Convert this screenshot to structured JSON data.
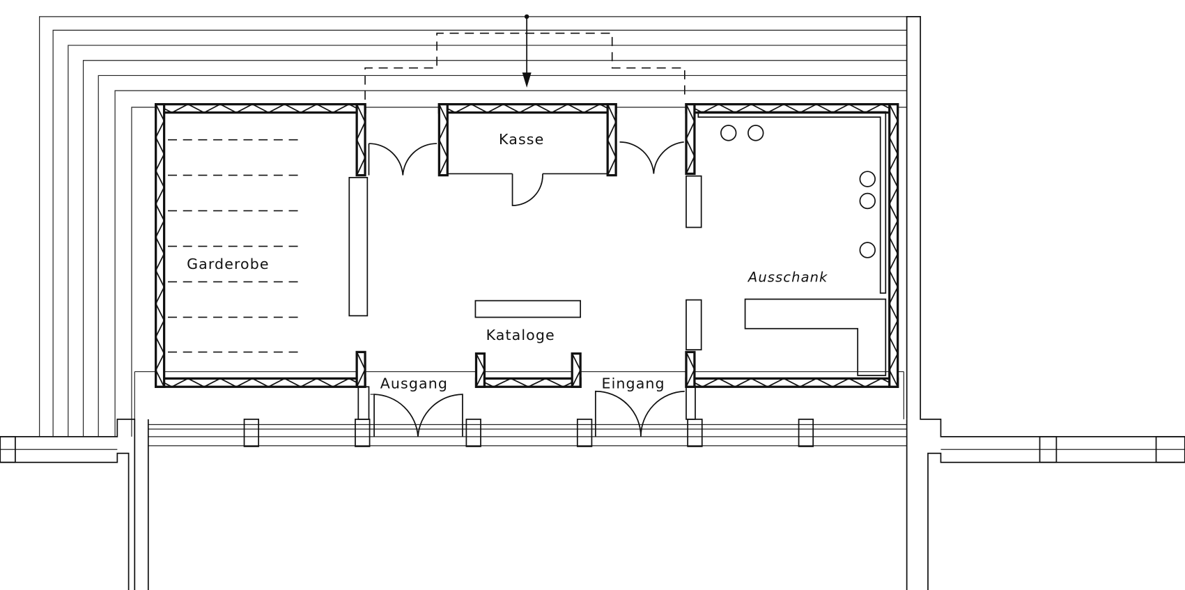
{
  "drawing": {
    "type": "floor plan",
    "rooms": {
      "cloakroom": "Garderobe",
      "cashier": "Kasse",
      "bar": "Ausschank",
      "catalogues": "Kataloge",
      "exit": "Ausgang",
      "entrance": "Eingang"
    }
  }
}
